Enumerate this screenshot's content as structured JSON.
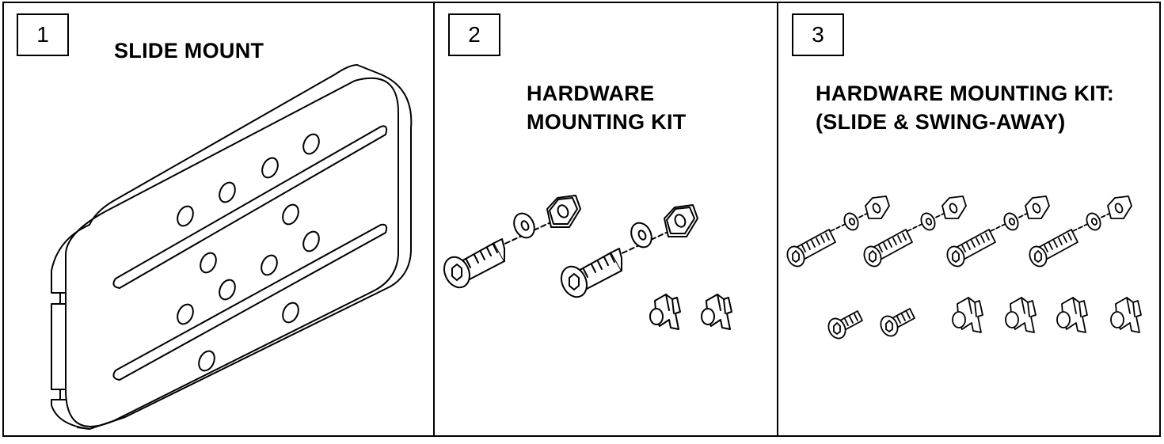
{
  "panels": [
    {
      "number": "1",
      "title_lines": [
        "SLIDE MOUNT"
      ]
    },
    {
      "number": "2",
      "title_lines": [
        "HARDWARE",
        "MOUNTING KIT"
      ]
    },
    {
      "number": "3",
      "title_lines": [
        "HARDWARE MOUNTING KIT:",
        "(SLIDE & SWING-AWAY)"
      ]
    }
  ]
}
